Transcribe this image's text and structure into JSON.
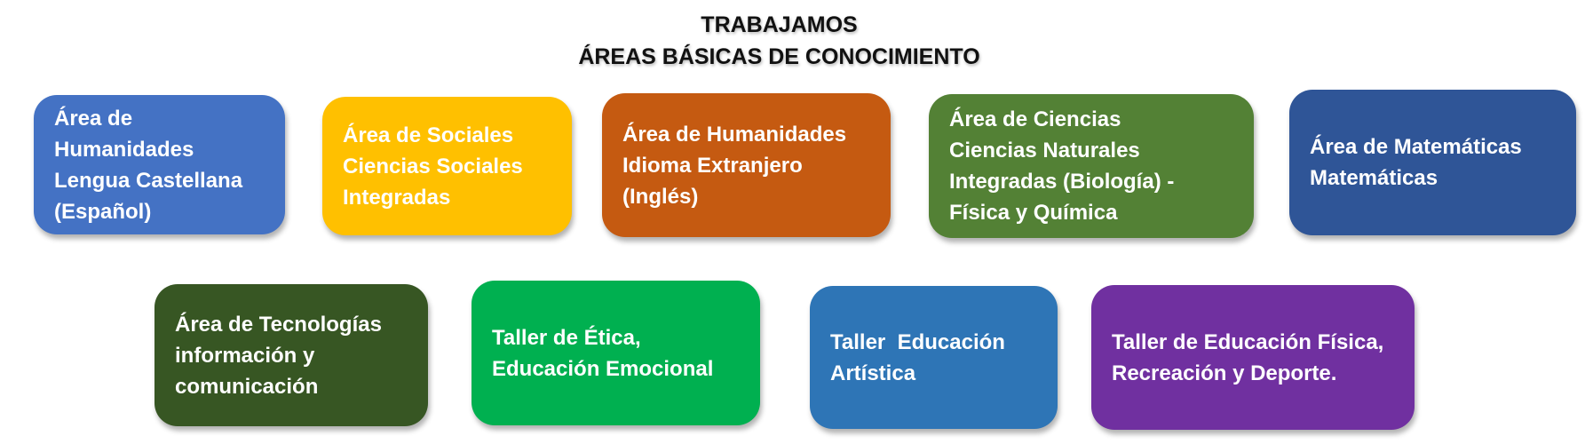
{
  "title": {
    "line1": "TRABAJAMOS",
    "line2": "ÁREAS BÁSICAS DE CONOCIMIENTO"
  },
  "boxes": [
    {
      "color": "#4472C4",
      "lines": [
        "Área de",
        "Humanidades",
        "Lengua Castellana",
        "(Español)"
      ]
    },
    {
      "color": "#FFC000",
      "lines": [
        "Área de Sociales",
        "Ciencias Sociales",
        "Integradas"
      ]
    },
    {
      "color": "#C55A11",
      "lines": [
        "Área de Humanidades",
        "Idioma Extranjero",
        "(Inglés)"
      ]
    },
    {
      "color": "#538135",
      "lines": [
        "Área de Ciencias",
        "Ciencias Naturales",
        "Integradas (Biología) -",
        "Física y Química"
      ]
    },
    {
      "color": "#2F5597",
      "lines": [
        "Área de Matemáticas",
        "Matemáticas"
      ]
    },
    {
      "color": "#375623",
      "lines": [
        "Área de Tecnologías",
        "información y",
        "comunicación"
      ]
    },
    {
      "color": "#00B050",
      "lines": [
        "Taller de Ética,",
        "Educación Emocional"
      ]
    },
    {
      "color": "#2E75B6",
      "lines": [
        "Taller  Educación",
        "Artística"
      ]
    },
    {
      "color": "#7030A0",
      "lines": [
        "Taller de Educación Física,",
        "Recreación y Deporte."
      ]
    }
  ]
}
